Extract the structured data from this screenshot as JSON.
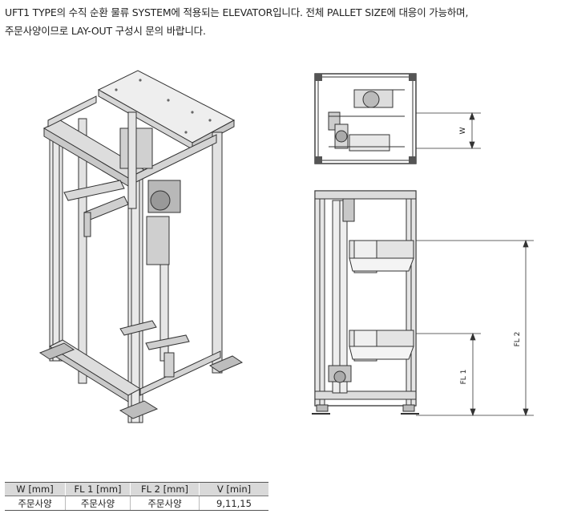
{
  "description": {
    "line1": "UFT1 TYPE의 수직 순환 물류 SYSTEM에 적용되는 ELEVATOR입니다. 전체 PALLET SIZE에 대응이 가능하며,",
    "line2": "주문사양이므로 LAY-OUT 구성시 문의 바랍니다."
  },
  "drawing": {
    "dim_w": "W",
    "dim_fl1": "FL 1",
    "dim_fl2": "FL 2"
  },
  "spec_table": {
    "headers": [
      "W [mm]",
      "FL 1 [mm]",
      "FL 2 [mm]",
      "V [min]"
    ],
    "row": [
      "주문사양",
      "주문사양",
      "주문사양",
      "9,11,15"
    ]
  }
}
